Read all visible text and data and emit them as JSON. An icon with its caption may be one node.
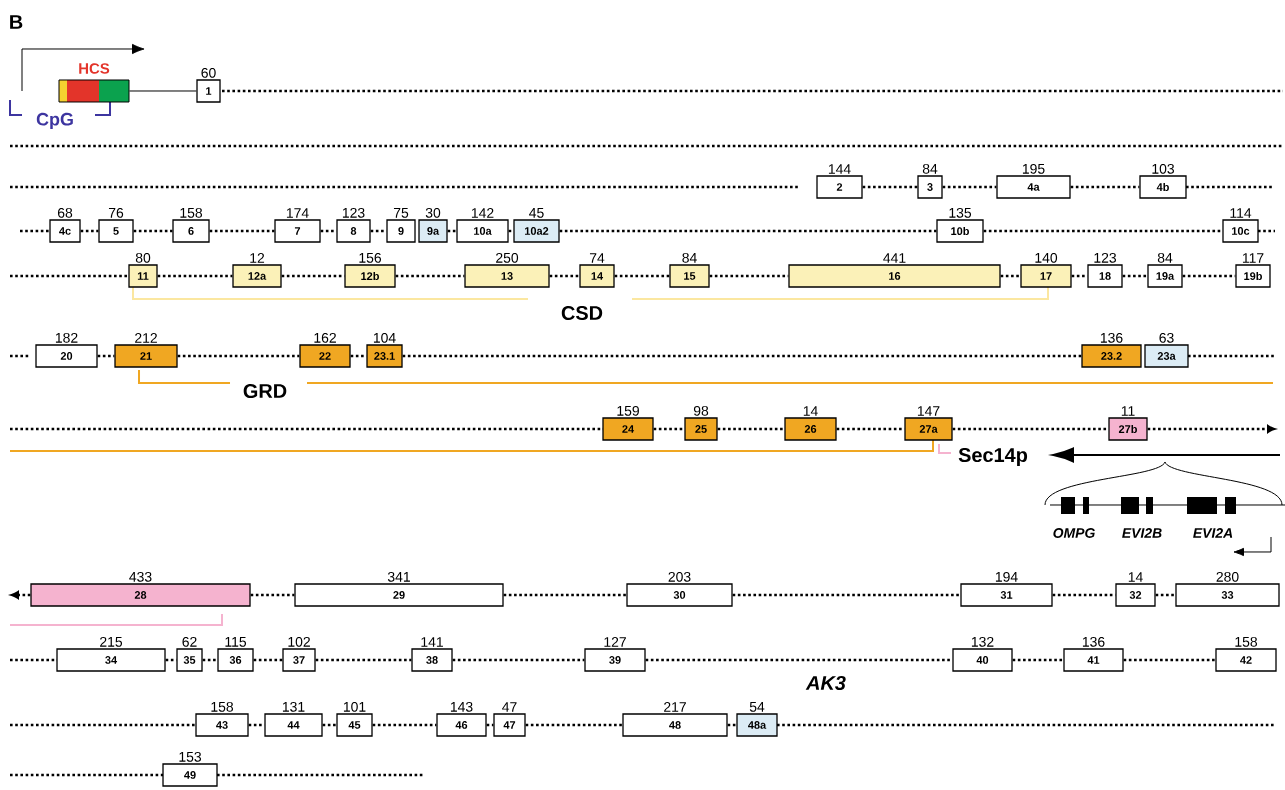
{
  "diagram": {
    "nodes": [
      {
        "text": [],
        "shape": "box",
        "beside": [
          "HCS"
        ]
      },
      {
        "text": [
          "1"
        ],
        "beside": [
          "60"
        ]
      },
      {
        "text": [
          "2"
        ],
        "beside": [
          "144"
        ]
      },
      {
        "text": [
          "3"
        ],
        "beside": [
          "84"
        ]
      },
      {
        "text": [
          "4a"
        ],
        "beside": [
          "195"
        ]
      },
      {
        "text": [
          "4b"
        ],
        "beside": [
          "103"
        ]
      },
      {
        "text": [
          "4c"
        ],
        "beside": [
          "68"
        ]
      },
      {
        "text": [
          "5"
        ],
        "beside": [
          "76"
        ]
      },
      {
        "text": [
          "6"
        ],
        "beside": [
          "158"
        ]
      },
      {
        "text": [
          "7"
        ],
        "beside": [
          "174"
        ]
      },
      {
        "text": [
          "8"
        ],
        "beside": [
          "123"
        ]
      },
      {
        "text": [
          "9"
        ],
        "beside": [
          "75"
        ]
      },
      {
        "text": [
          "9a"
        ],
        "beside": [
          "30"
        ]
      },
      {
        "text": [
          "10a"
        ],
        "beside": [
          "142"
        ]
      },
      {
        "text": [
          "10a2"
        ],
        "beside": [
          "45"
        ]
      },
      {
        "text": [
          "10b"
        ],
        "beside": [
          "135"
        ]
      },
      {
        "text": [
          "10c"
        ],
        "beside": [
          "114"
        ]
      },
      {
        "text": [
          "11"
        ],
        "beside": [
          "80"
        ]
      },
      {
        "text": [
          "12a"
        ],
        "beside": [
          "12"
        ]
      },
      {
        "text": [
          "12b"
        ],
        "beside": [
          "156"
        ]
      },
      {
        "text": [
          "13"
        ],
        "beside": [
          "250"
        ]
      },
      {
        "text": [
          "14"
        ],
        "beside": [
          "74"
        ]
      },
      {
        "text": [
          "15"
        ],
        "beside": [
          "84"
        ]
      },
      {
        "text": [
          "16"
        ],
        "beside": [
          "441"
        ]
      },
      {
        "text": [
          "17"
        ],
        "beside": [
          "140"
        ]
      },
      {
        "text": [
          "18"
        ],
        "beside": [
          "123"
        ]
      },
      {
        "text": [
          "19a"
        ],
        "beside": [
          "84"
        ]
      },
      {
        "text": [
          "19b"
        ],
        "beside": [
          "117"
        ]
      },
      {
        "text": [
          "20"
        ],
        "beside": [
          "182"
        ]
      },
      {
        "text": [
          "21"
        ],
        "beside": [
          "212"
        ]
      },
      {
        "text": [
          "22"
        ],
        "beside": [
          "162"
        ]
      },
      {
        "text": [
          "23.1"
        ],
        "beside": [
          "104"
        ]
      },
      {
        "text": [
          "23.2"
        ],
        "beside": [
          "136"
        ]
      },
      {
        "text": [
          "23a"
        ],
        "beside": [
          "63"
        ]
      },
      {
        "text": [
          "24"
        ],
        "beside": [
          "159"
        ]
      },
      {
        "text": [
          "25"
        ],
        "beside": [
          "98"
        ]
      },
      {
        "text": [
          "26"
        ],
        "beside": [
          "14"
        ]
      },
      {
        "text": [
          "27a"
        ],
        "beside": [
          "147"
        ]
      },
      {
        "text": [
          "27b"
        ],
        "beside": [
          "11"
        ]
      },
      {
        "text": [
          "28"
        ],
        "beside": [
          "433"
        ]
      },
      {
        "text": [
          "29"
        ],
        "beside": [
          "341"
        ]
      },
      {
        "text": [
          "30"
        ],
        "beside": [
          "203"
        ]
      },
      {
        "text": [
          "31"
        ],
        "beside": [
          "194"
        ]
      },
      {
        "text": [
          "32"
        ],
        "beside": [
          "14"
        ]
      },
      {
        "text": [
          "33"
        ],
        "beside": [
          "280"
        ]
      },
      {
        "text": [
          "34"
        ],
        "beside": [
          "215"
        ]
      },
      {
        "text": [
          "35"
        ],
        "beside": [
          "62"
        ]
      },
      {
        "text": [
          "36"
        ],
        "beside": [
          "115"
        ]
      },
      {
        "text": [
          "37"
        ],
        "beside": [
          "102"
        ]
      },
      {
        "text": [
          "38"
        ],
        "beside": [
          "141"
        ]
      },
      {
        "text": [
          "39"
        ],
        "beside": [
          "127"
        ]
      },
      {
        "text": [
          "40"
        ],
        "beside": [
          "132"
        ]
      },
      {
        "text": [
          "41"
        ],
        "beside": [
          "136"
        ]
      },
      {
        "text": [
          "42"
        ],
        "beside": [
          "158"
        ]
      },
      {
        "text": [
          "43"
        ],
        "beside": [
          "158"
        ]
      },
      {
        "text": [
          "44"
        ],
        "beside": [
          "131"
        ]
      },
      {
        "text": [
          "45"
        ],
        "beside": [
          "101"
        ]
      },
      {
        "text": [
          "46"
        ],
        "beside": [
          "143"
        ]
      },
      {
        "text": [
          "47"
        ],
        "beside": [
          "47"
        ]
      },
      {
        "text": [
          "48"
        ],
        "beside": [
          "217"
        ]
      },
      {
        "text": [
          "48a"
        ],
        "beside": [
          "54"
        ]
      },
      {
        "text": [
          "49"
        ],
        "beside": [
          "153"
        ]
      }
    ],
    "edges": [
      {
        "from": 0,
        "to": 1,
        "arrow": "none"
      },
      {
        "from": 2,
        "to": 3,
        "arrow": "none",
        "style": "dashed"
      },
      {
        "from": 3,
        "to": 4,
        "arrow": "none",
        "style": "dashed"
      },
      {
        "from": 4,
        "to": 5,
        "arrow": "none",
        "style": "dashed"
      },
      {
        "from": 6,
        "to": 7,
        "arrow": "none",
        "style": "dashed"
      },
      {
        "from": 7,
        "to": 8,
        "arrow": "none",
        "style": "dashed"
      },
      {
        "from": 8,
        "to": 9,
        "arrow": "none",
        "style": "dashed"
      },
      {
        "from": 9,
        "to": 10,
        "arrow": "none",
        "style": "dashed"
      },
      {
        "from": 10,
        "to": 11,
        "arrow": "none",
        "style": "dashed"
      },
      {
        "from": 12,
        "to": 13,
        "arrow": "none",
        "style": "dashed"
      },
      {
        "from": 13,
        "to": 14,
        "arrow": "none",
        "style": "dashed"
      },
      {
        "from": 14,
        "to": 15,
        "arrow": "none",
        "style": "dashed"
      },
      {
        "from": 15,
        "to": 16,
        "arrow": "none",
        "style": "dashed"
      },
      {
        "from": 17,
        "to": 18,
        "arrow": "none",
        "style": "dashed"
      },
      {
        "from": 18,
        "to": 19,
        "arrow": "none",
        "style": "dashed"
      },
      {
        "from": 19,
        "to": 20,
        "arrow": "none",
        "style": "dashed"
      },
      {
        "from": 20,
        "to": 21,
        "arrow": "none",
        "style": "dashed"
      },
      {
        "from": 21,
        "to": 22,
        "arrow": "none",
        "style": "dashed"
      },
      {
        "from": 22,
        "to": 23,
        "arrow": "none",
        "style": "dashed"
      },
      {
        "from": 23,
        "to": 24,
        "arrow": "none",
        "style": "dashed"
      },
      {
        "from": 24,
        "to": 25,
        "arrow": "none",
        "style": "dashed"
      },
      {
        "from": 25,
        "to": 26,
        "arrow": "none",
        "style": "dashed"
      },
      {
        "from": 26,
        "to": 27,
        "arrow": "none",
        "style": "dashed"
      },
      {
        "from": 28,
        "to": 29,
        "arrow": "none",
        "style": "dashed"
      },
      {
        "from": 29,
        "to": 30,
        "arrow": "none",
        "style": "dashed"
      },
      {
        "from": 30,
        "to": 31,
        "arrow": "none",
        "style": "dashed"
      },
      {
        "from": 31,
        "to": 32,
        "arrow": "none",
        "style": "dashed"
      },
      {
        "from": 34,
        "to": 35,
        "arrow": "none",
        "style": "dashed"
      },
      {
        "from": 35,
        "to": 36,
        "arrow": "none",
        "style": "dashed"
      },
      {
        "from": 36,
        "to": 37,
        "arrow": "none",
        "style": "dashed"
      },
      {
        "from": 37,
        "to": 38,
        "arrow": "none",
        "style": "dashed"
      },
      {
        "from": 38,
        "to": null,
        "arrow": "to",
        "style": "dashed"
      },
      {
        "from": 39,
        "to": null,
        "arrow": "to",
        "style": "dashed"
      },
      {
        "from": 39,
        "to": 40,
        "arrow": "none",
        "style": "dashed"
      },
      {
        "from": 40,
        "to": 41,
        "arrow": "none",
        "style": "dashed"
      },
      {
        "from": 41,
        "to": 42,
        "arrow": "none",
        "style": "dashed"
      },
      {
        "from": 42,
        "to": 43,
        "arrow": "none",
        "style": "dashed"
      },
      {
        "from": 43,
        "to": 44,
        "arrow": "none",
        "style": "dashed"
      },
      {
        "from": 45,
        "to": 46,
        "arrow": "none",
        "style": "dashed"
      },
      {
        "from": 46,
        "to": 47,
        "arrow": "none",
        "style": "dashed"
      },
      {
        "from": 47,
        "to": 48,
        "arrow": "none",
        "style": "dashed"
      },
      {
        "from": 48,
        "to": 49,
        "arrow": "none",
        "style": "dashed"
      },
      {
        "from": 49,
        "to": 50,
        "arrow": "none",
        "style": "dashed"
      },
      {
        "from": 50,
        "to": 51,
        "arrow": "none",
        "style": "dashed"
      },
      {
        "from": 51,
        "to": 52,
        "arrow": "none",
        "style": "dashed"
      },
      {
        "from": 52,
        "to": 53,
        "arrow": "none",
        "style": "dashed"
      },
      {
        "from": 54,
        "to": 55,
        "arrow": "none",
        "style": "dashed"
      },
      {
        "from": 55,
        "to": 56,
        "arrow": "none",
        "style": "dashed"
      },
      {
        "from": 56,
        "to": 57,
        "arrow": "none",
        "style": "dashed"
      },
      {
        "from": 57,
        "to": 58,
        "arrow": "none",
        "style": "dashed"
      },
      {
        "from": 58,
        "to": 59,
        "arrow": "none",
        "style": "dashed"
      },
      {
        "from": 59,
        "to": 60,
        "arrow": "none",
        "style": "dashed"
      }
    ],
    "labels": [
      "B",
      "CpG",
      "CSD",
      "GRD",
      "Sec14p",
      "OMPG",
      "EVI2B",
      "EVI2A",
      "AK3"
    ]
  }
}
